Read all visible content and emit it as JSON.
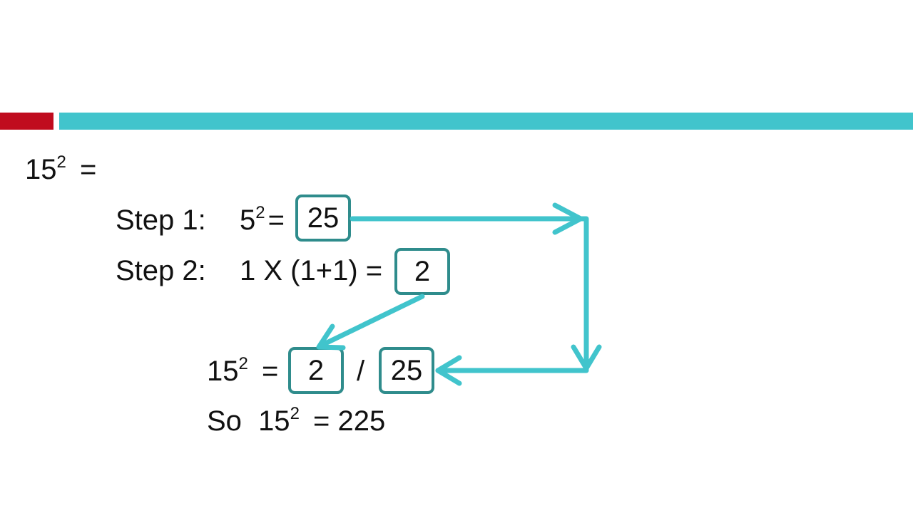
{
  "header_bar": {
    "accent_color": "#c00c1e",
    "bar_color": "#41c4cc"
  },
  "heading": {
    "base": "15",
    "exponent": "2",
    "suffix": "="
  },
  "step1": {
    "label": "Step 1:",
    "base": "5",
    "exponent": "2",
    "equals": "=",
    "result": "25"
  },
  "step2": {
    "label": "Step 2:",
    "expression": "1 X (1+1) =",
    "result": "2"
  },
  "combine": {
    "base": "15",
    "exponent": "2",
    "equals": "=",
    "left_value": "2",
    "separator": "/",
    "right_value": "25"
  },
  "conclusion": {
    "prefix": "So",
    "base": "15",
    "exponent": "2",
    "equals_result": "= 225"
  },
  "colors": {
    "arrow": "#41c4cc",
    "box_border": "#2f8c8c"
  }
}
